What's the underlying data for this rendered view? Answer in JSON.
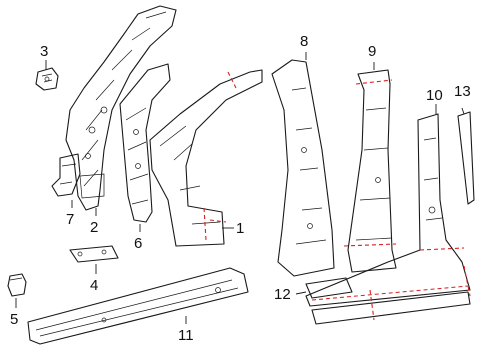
{
  "callouts": [
    {
      "id": "1",
      "text": "1"
    },
    {
      "id": "2",
      "text": "2"
    },
    {
      "id": "3",
      "text": "3"
    },
    {
      "id": "4",
      "text": "4"
    },
    {
      "id": "5",
      "text": "5"
    },
    {
      "id": "6",
      "text": "6"
    },
    {
      "id": "7",
      "text": "7"
    },
    {
      "id": "8",
      "text": "8"
    },
    {
      "id": "9",
      "text": "9"
    },
    {
      "id": "10",
      "text": "10"
    },
    {
      "id": "11",
      "text": "11"
    },
    {
      "id": "12",
      "text": "12"
    },
    {
      "id": "13",
      "text": "13"
    }
  ],
  "colors": {
    "line": "#1a1a1a",
    "cut_line": "#d62020",
    "background": "#ffffff"
  }
}
